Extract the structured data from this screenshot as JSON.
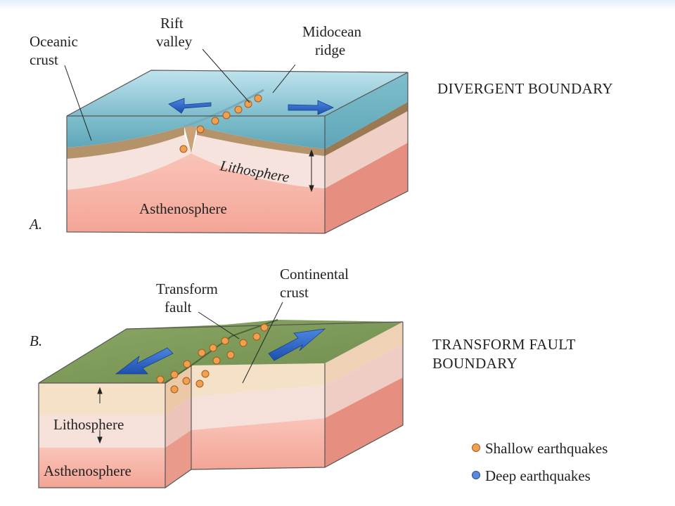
{
  "panel_a": {
    "letter": "A.",
    "boundary_title": "DIVERGENT BOUNDARY",
    "labels": {
      "oceanic_crust_1": "Oceanic",
      "oceanic_crust_2": "crust",
      "rift_valley_1": "Rift",
      "rift_valley_2": "valley",
      "midocean_ridge_1": "Midocean",
      "midocean_ridge_2": "ridge",
      "lithosphere": "Lithosphere",
      "asthenosphere": "Asthenosphere"
    }
  },
  "panel_b": {
    "letter": "B.",
    "boundary_title_1": "TRANSFORM FAULT",
    "boundary_title_2": "BOUNDARY",
    "labels": {
      "transform_fault_1": "Transform",
      "transform_fault_2": "fault",
      "continental_crust_1": "Continental",
      "continental_crust_2": "crust",
      "lithosphere": "Lithosphere",
      "asthenosphere": "Asthenosphere"
    }
  },
  "legend": {
    "shallow": "Shallow earthquakes",
    "deep": "Deep earthquakes"
  },
  "colors": {
    "shallow_quake": "#f0a050",
    "deep_quake": "#5a8ad8",
    "water": "#8fc7d4",
    "lithosphere": "#f6e0da",
    "asthenosphere": "#f6b4a8",
    "crust": "#b5936a",
    "continental_surface": "#7d9a5a",
    "plate_arrow": "#2a5fc0"
  }
}
